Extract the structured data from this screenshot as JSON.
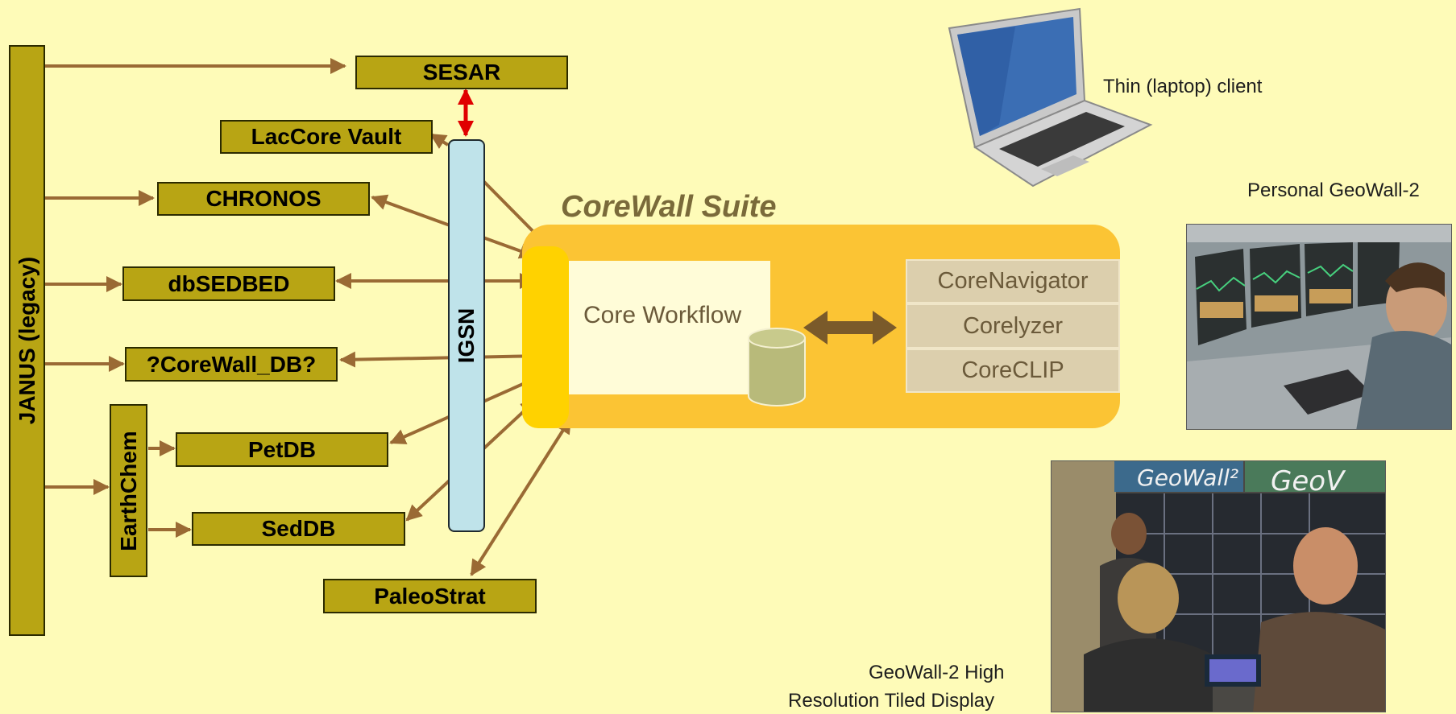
{
  "janus": "JANUS (legacy)",
  "igsn": "IGSN",
  "earthchem": "EarthChem",
  "databases": {
    "sesar": "SESAR",
    "laccore": "LacCore Vault",
    "chronos": "CHRONOS",
    "dbsedbed": "dbSEDBED",
    "corewall_db": "?CoreWall_DB?",
    "petdb": "PetDB",
    "seddb": "SedDB",
    "paleostrat": "PaleoStrat"
  },
  "suite": {
    "title": "CoreWall Suite",
    "workflow": "Core Workflow",
    "tools": [
      "CoreNavigator",
      "Corelyzer",
      "CoreCLIP"
    ]
  },
  "captions": {
    "thin_client": "Thin (laptop) client",
    "personal_geowall": "Personal GeoWall-2",
    "tiled_line1": "GeoWall-2 High",
    "tiled_line2": "Resolution Tiled Display"
  },
  "photo_text": {
    "geowall_banner_1": "GeoWall²",
    "geowall_banner_2": "GeoV"
  },
  "colors": {
    "background": "#fefbb8",
    "box_fill": "#b8a514",
    "arrow": "#9a6a34",
    "igsn_fill": "#bfe3ea",
    "sesar_link": "#e00000",
    "suite_body": "#fbc434",
    "suite_accent": "#ffd200"
  }
}
